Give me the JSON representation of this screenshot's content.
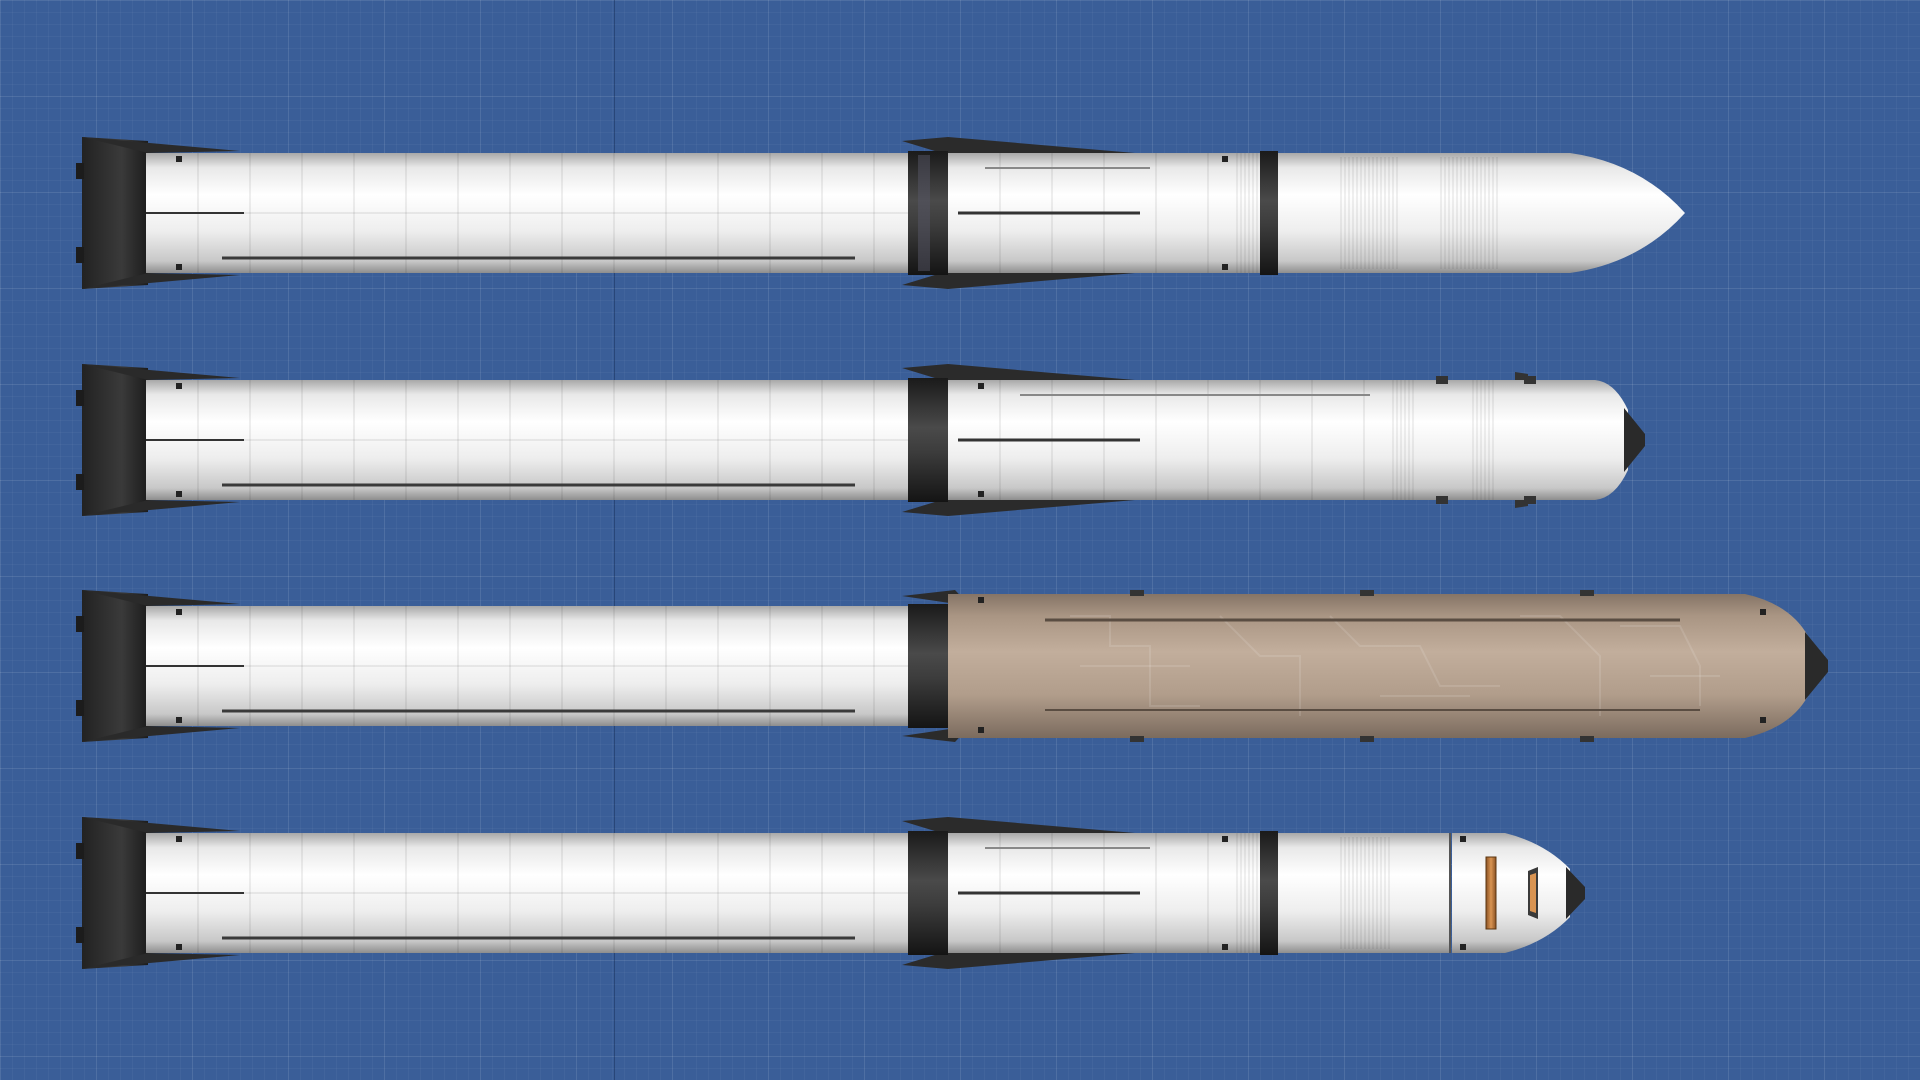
{
  "scene": {
    "name": "rocket-build-comparison",
    "background_color": "#3a5e98",
    "grid_color": "#4a6ea6"
  },
  "colors": {
    "hull_light": "#f4f4f4",
    "hull_mid": "#d9d9d9",
    "hull_dark": "#9c9c9c",
    "engine_dark": "#2e2e2e",
    "fin_dark": "#3a3a3a",
    "tan_hull": "#b3a08f",
    "window_copper": "#c07a3a"
  },
  "rockets": [
    {
      "id": "rocket-1",
      "payload": "ogive-fairing"
    },
    {
      "id": "rocket-2",
      "payload": "capsule-upper-stage"
    },
    {
      "id": "rocket-3",
      "payload": "tan-habitat-module"
    },
    {
      "id": "rocket-4",
      "payload": "crew-capsule-with-window"
    }
  ]
}
